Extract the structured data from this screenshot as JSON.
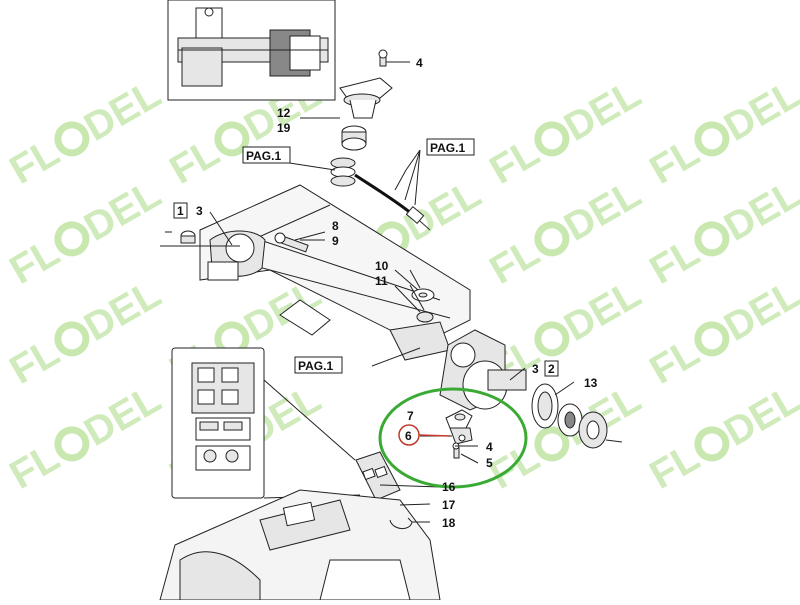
{
  "watermark": {
    "text_left": "FL",
    "text_right": "DEL",
    "color": "#c8e8b0"
  },
  "highlight_color": "#3aaa35",
  "ref_marker_color": "#c0392b",
  "labels": {
    "l4_top": "4",
    "l12": "12",
    "l19": "19",
    "pag_left": "PAG.1",
    "pag_right": "PAG.1",
    "box1": "1",
    "l3_left": "3",
    "l8": "8",
    "l9": "9",
    "l10": "10",
    "l11": "11",
    "pag_mid": "PAG.1",
    "l3_right": "3",
    "box2": "2",
    "l13": "13",
    "l7": "7",
    "l6": "6",
    "l4_mid": "4",
    "l5": "5",
    "l16": "16",
    "l17": "17",
    "l18": "18"
  }
}
